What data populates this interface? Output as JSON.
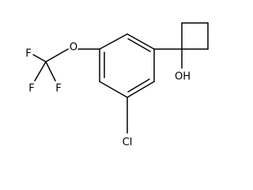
{
  "molecule": {
    "atoms": {
      "f_top": "F",
      "f_left": "F",
      "f_bottom": "F",
      "oxygen": "O",
      "hydroxyl": "OH",
      "chlorine": "Cl"
    }
  }
}
